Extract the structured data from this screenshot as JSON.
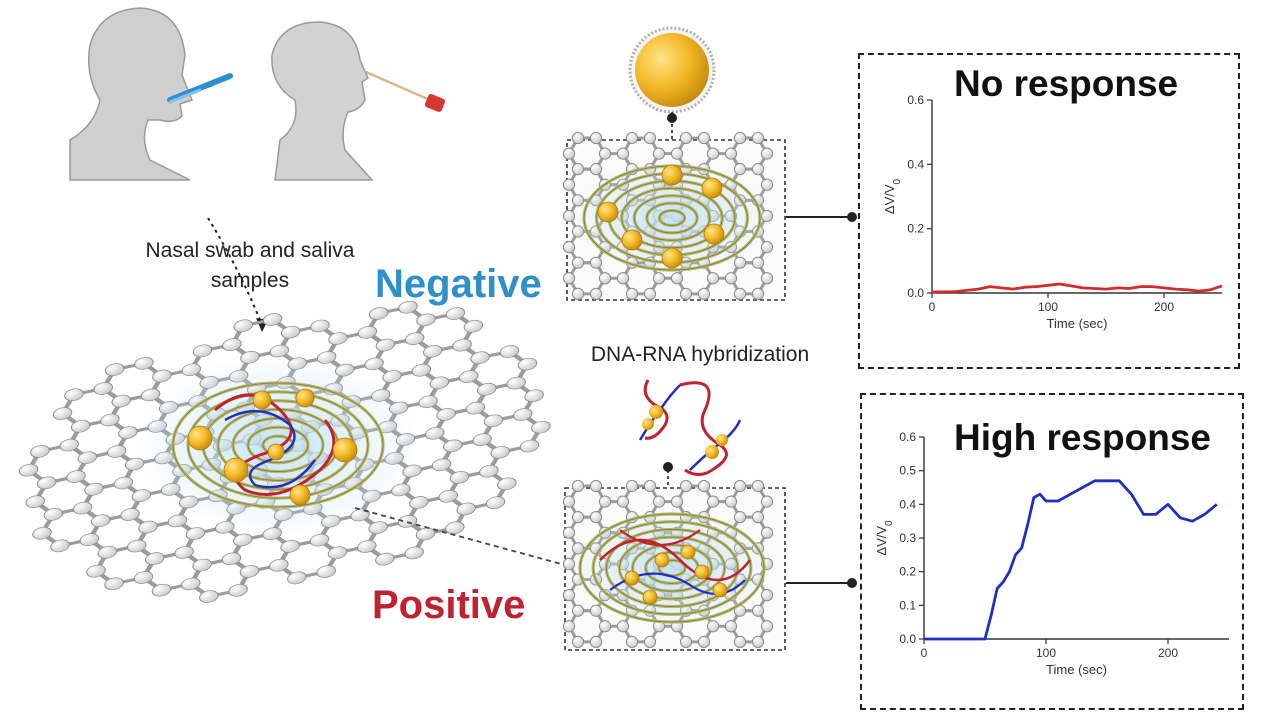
{
  "sample_caption_line1": "Nasal swab and saliva",
  "sample_caption_line2": "samples",
  "negative_label": "Negative",
  "positive_label": "Positive",
  "hybridization_label": "DNA-RNA hybridization",
  "colors": {
    "negative": "#2f8fc7",
    "positive": "#c0222f",
    "negative_trace": "#d42a2a",
    "positive_trace": "#1f2fbf",
    "gold": "#f2b824",
    "electrode": "#b9b76a"
  },
  "icons": [
    "person-saliva-swab-icon",
    "person-nasal-swab-icon",
    "gold-nanoparticle-icon",
    "graphene-lattice-icon",
    "dna-rna-hybrid-icon"
  ],
  "chart_data": [
    {
      "type": "line",
      "title": "No response",
      "xlabel": "Time (sec)",
      "ylabel": "ΔV/V0",
      "xlim": [
        0,
        250
      ],
      "ylim": [
        0,
        0.6
      ],
      "xticks": [
        "0",
        "100",
        "200"
      ],
      "xtick_values": [
        0,
        100,
        200
      ],
      "yticks": [
        "0.0",
        "0.2",
        "0.4",
        "0.6"
      ],
      "ytick_values": [
        0,
        0.2,
        0.4,
        0.6
      ],
      "grid": false,
      "series": [
        {
          "x": [
            0,
            20,
            30,
            40,
            50,
            60,
            70,
            80,
            90,
            100,
            110,
            120,
            130,
            140,
            150,
            160,
            170,
            180,
            190,
            200,
            210,
            220,
            230,
            240,
            250
          ],
          "y": [
            0.003,
            0.004,
            0.008,
            0.012,
            0.02,
            0.016,
            0.012,
            0.018,
            0.02,
            0.024,
            0.028,
            0.022,
            0.016,
            0.014,
            0.012,
            0.016,
            0.014,
            0.02,
            0.02,
            0.016,
            0.012,
            0.01,
            0.006,
            0.01,
            0.022
          ]
        }
      ]
    },
    {
      "type": "line",
      "title": "High response",
      "xlabel": "Time (sec)",
      "ylabel": "ΔV/V0",
      "xlim": [
        0,
        250
      ],
      "ylim": [
        0,
        0.6
      ],
      "xticks": [
        "0",
        "100",
        "200"
      ],
      "xtick_values": [
        0,
        100,
        200
      ],
      "yticks": [
        "0.0",
        "0.1",
        "0.2",
        "0.3",
        "0.4",
        "0.5",
        "0.6"
      ],
      "ytick_values": [
        0,
        0.1,
        0.2,
        0.3,
        0.4,
        0.5,
        0.6
      ],
      "grid": false,
      "series": [
        {
          "x": [
            0,
            30,
            50,
            55,
            60,
            65,
            70,
            75,
            80,
            85,
            90,
            95,
            100,
            110,
            120,
            130,
            140,
            150,
            160,
            170,
            180,
            190,
            200,
            210,
            220,
            230,
            240
          ],
          "y": [
            0.0,
            0.0,
            0.0,
            0.07,
            0.15,
            0.17,
            0.2,
            0.25,
            0.27,
            0.34,
            0.42,
            0.43,
            0.41,
            0.41,
            0.43,
            0.45,
            0.47,
            0.47,
            0.47,
            0.43,
            0.37,
            0.37,
            0.4,
            0.36,
            0.35,
            0.37,
            0.4
          ]
        }
      ]
    }
  ]
}
